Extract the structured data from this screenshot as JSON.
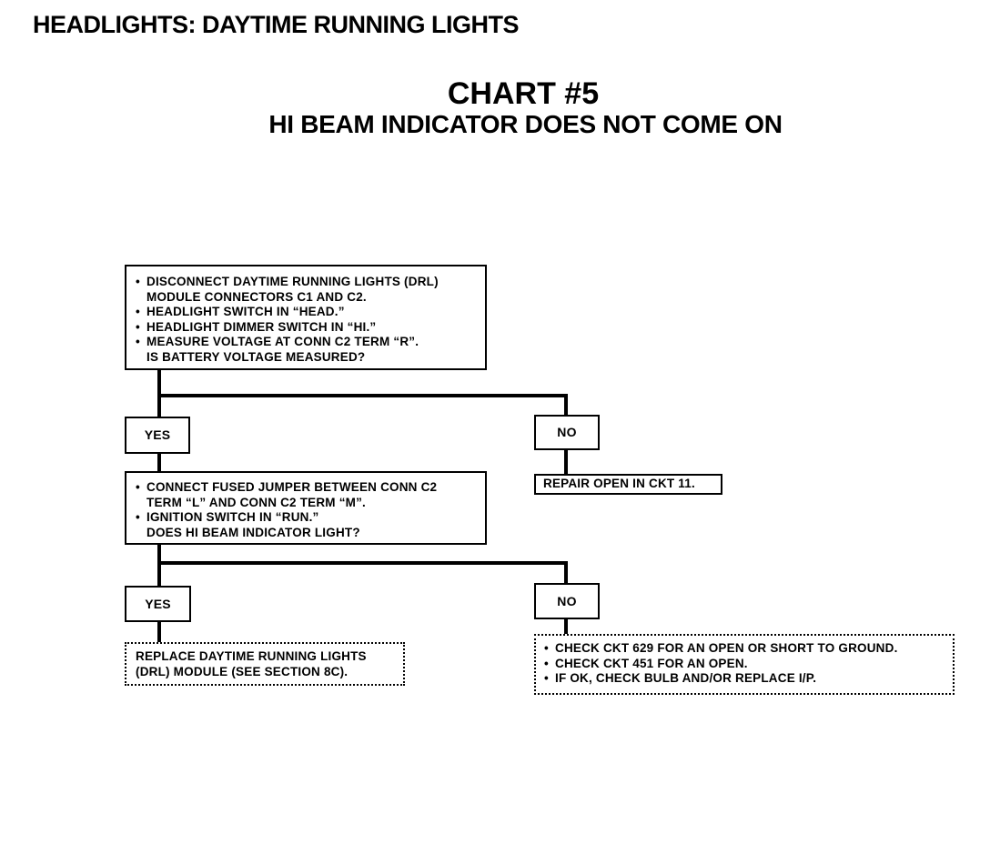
{
  "header": {
    "section_title": "HEADLIGHTS: DAYTIME RUNNING LIGHTS",
    "chart_number": "CHART #5",
    "chart_subtitle": "HI BEAM INDICATOR DOES NOT COME ON"
  },
  "diagram": {
    "step1": {
      "items": [
        "DISCONNECT DAYTIME RUNNING LIGHTS (DRL)\nMODULE CONNECTORS C1 AND C2.",
        "HEADLIGHT SWITCH IN “HEAD.”",
        "HEADLIGHT DIMMER SWITCH IN “HI.”",
        "MEASURE VOLTAGE AT CONN C2 TERM “R”."
      ],
      "question": "IS BATTERY VOLTAGE MEASURED?",
      "yes_label": "YES",
      "no_label": "NO",
      "no_result": "REPAIR OPEN IN CKT 11."
    },
    "step2": {
      "items": [
        "CONNECT FUSED JUMPER BETWEEN CONN C2\nTERM “L” AND CONN C2 TERM “M”.",
        "IGNITION SWITCH IN “RUN.”"
      ],
      "question": "DOES HI BEAM INDICATOR LIGHT?",
      "yes_label": "YES",
      "no_label": "NO",
      "yes_result": "REPLACE DAYTIME RUNNING LIGHTS\n(DRL) MODULE (SEE SECTION 8C).",
      "no_result_items": [
        "CHECK CKT 629 FOR AN OPEN OR SHORT TO GROUND.",
        "CHECK CKT 451 FOR AN OPEN.",
        "IF OK, CHECK BULB AND/OR REPLACE I/P."
      ]
    }
  }
}
